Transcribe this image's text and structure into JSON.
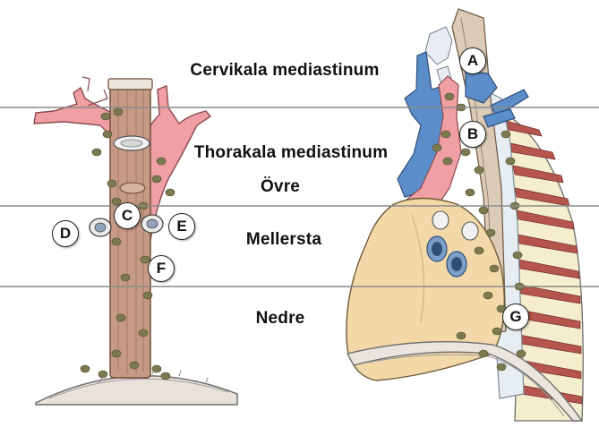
{
  "regions": {
    "cervical": "Cervikala mediastinum",
    "thoracic": "Thorakala mediastinum",
    "upper": "Övre",
    "middle": "Mellersta",
    "lower": "Nedre"
  },
  "markers": {
    "a": "A",
    "b": "B",
    "c": "C",
    "d": "D",
    "e": "E",
    "f": "F",
    "g": "G"
  },
  "colors": {
    "artery": "#f0a0a5",
    "vein": "#5b8ec8",
    "heart": "#f4d9a8",
    "esophagus": "#c69a84",
    "lymph_node": "#7c7a4e",
    "divider_line": "#8a8a8a"
  }
}
